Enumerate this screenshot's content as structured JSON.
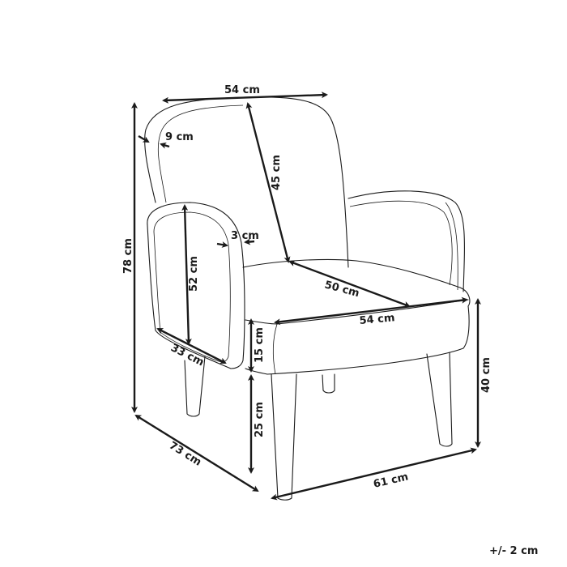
{
  "diagram": {
    "subject": "armchair",
    "line_color": "#1a1a1a",
    "background": "#ffffff",
    "dimensions": {
      "backrest_width": "54 cm",
      "backrest_frame_thickness": "9 cm",
      "backrest_height": "45 cm",
      "armrest_thickness": "3 cm",
      "armrest_height": "52 cm",
      "armrest_depth": "33 cm",
      "seat_depth": "50 cm",
      "seat_width": "54 cm",
      "seat_cushion_height": "15 cm",
      "leg_height": "25 cm",
      "total_height": "78 cm",
      "seat_height": "40 cm",
      "total_depth": "73 cm",
      "total_width": "61 cm"
    },
    "tolerance": "+/- 2 cm"
  }
}
